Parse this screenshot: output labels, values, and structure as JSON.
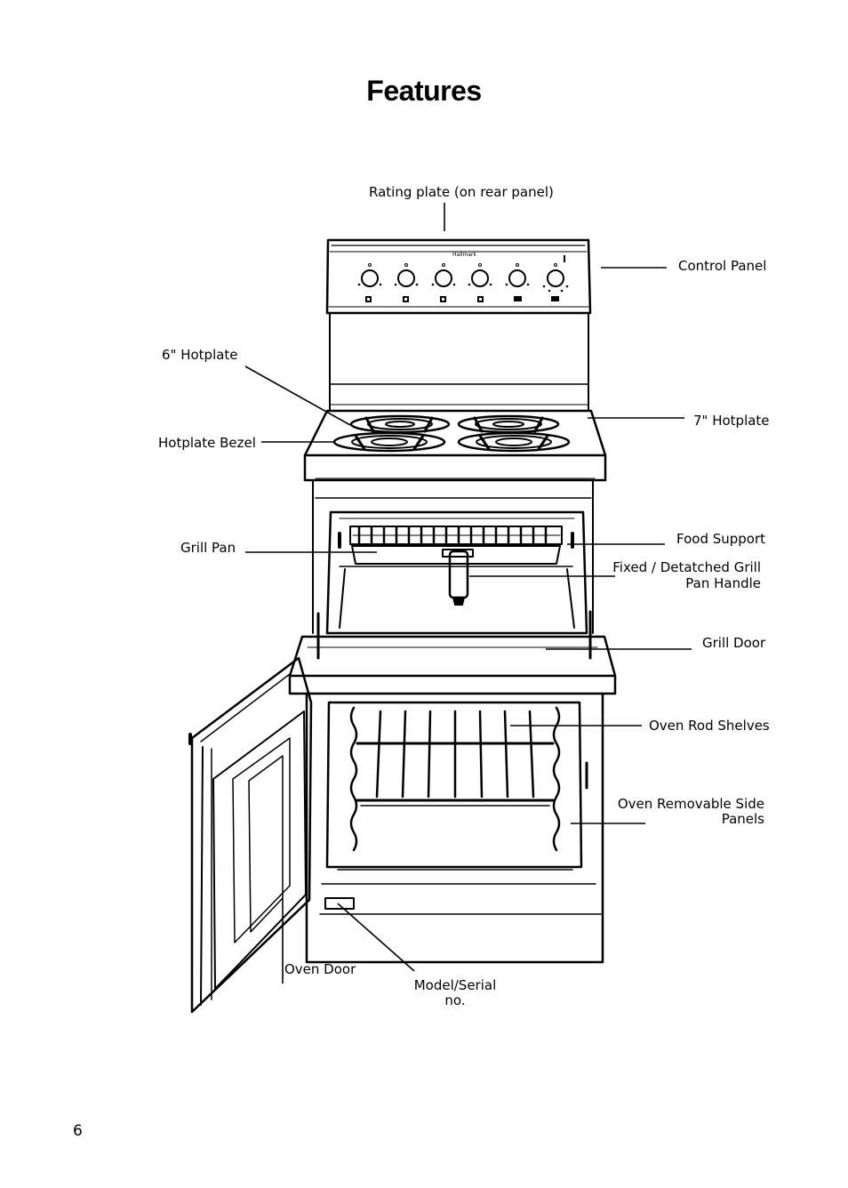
{
  "page": {
    "title": "Features",
    "page_number": "6"
  },
  "panel_brand": "Hallmark",
  "labels": {
    "rating_plate": "Rating plate (on rear panel)",
    "control_panel": "Control Panel",
    "hotplate_6": "6\" Hotplate",
    "hotplate_7": "7\" Hotplate",
    "hotplate_bezel": "Hotplate Bezel",
    "grill_pan": "Grill Pan",
    "food_support": "Food Support",
    "grill_handle_line1": "Fixed / Detatched Grill",
    "grill_handle_line2": "Pan Handle",
    "grill_door": "Grill Door",
    "oven_rod_shelves": "Oven Rod Shelves",
    "side_panels_line1": "Oven Removable Side",
    "side_panels_line2": "Panels",
    "oven_door": "Oven Door",
    "model_serial_line1": "Model/Serial",
    "model_serial_line2": "no."
  }
}
